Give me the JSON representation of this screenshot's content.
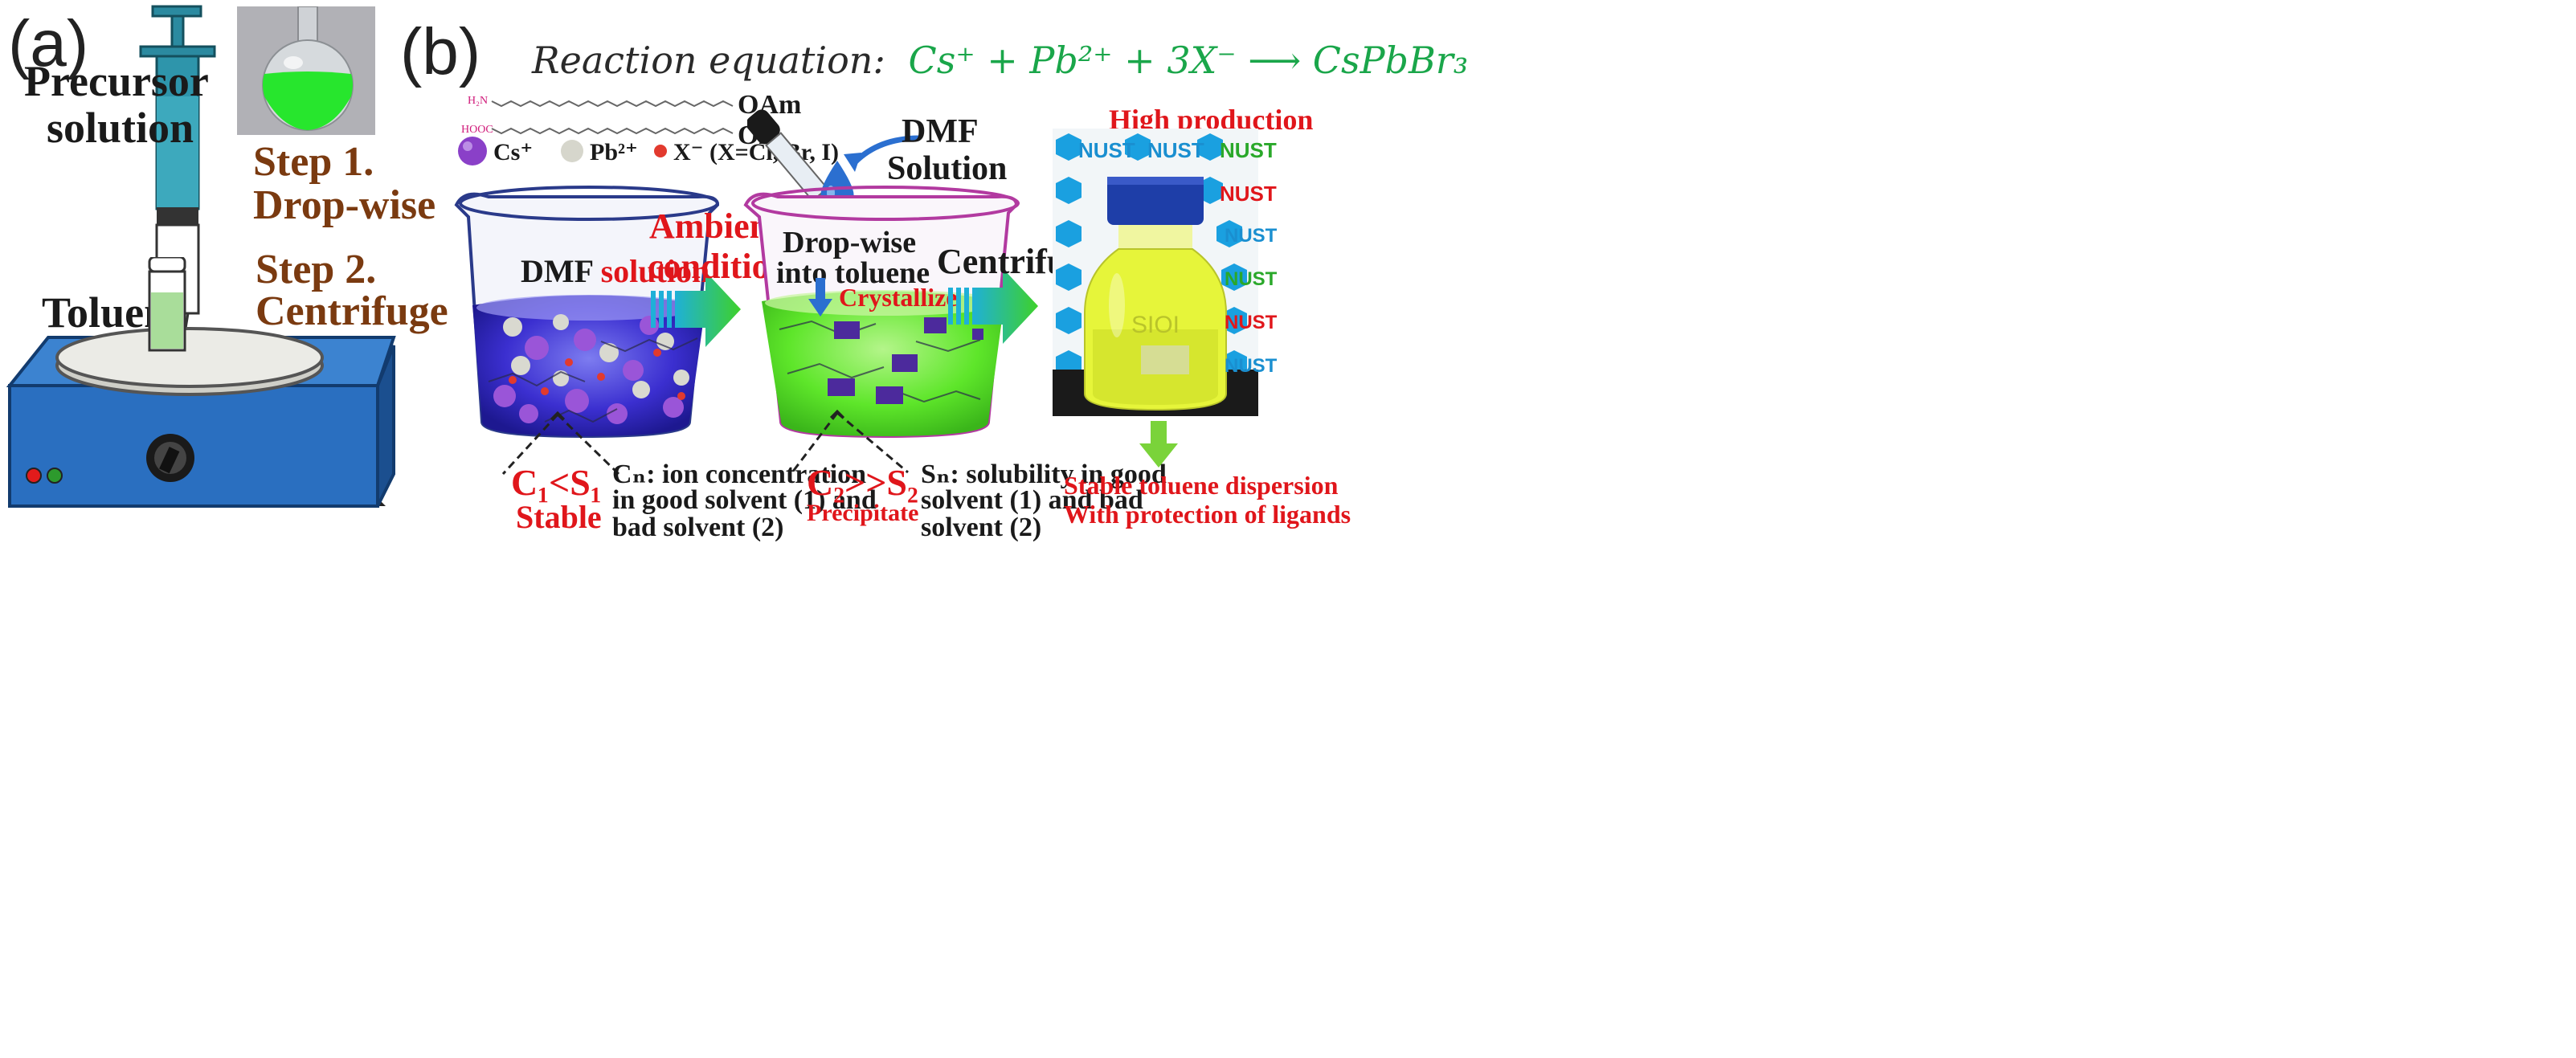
{
  "panel_a": {
    "label": "(a)",
    "precursor_line1": "Precursor",
    "precursor_line2": "solution",
    "step1_line1": "Step 1.",
    "step1_line2": "Drop-wise",
    "step2_line1": "Step 2.",
    "step2_line2": "Centrifuge",
    "toluene": "Toluene"
  },
  "panel_b": {
    "label": "(b)",
    "equation_prefix": "Reaction equation:",
    "equation": "Cs⁺ + Pb²⁺ + 3X⁻ ⟶ CsPbBr₃",
    "ligand_oam": "OAm",
    "ligand_oa": "OA",
    "ligand_nh2": "H₂N",
    "ligand_hooc": "HOOC",
    "legend_cs": "Cs⁺",
    "legend_pb": "Pb²⁺",
    "legend_x": "X⁻ (X=Cl, Br, I)",
    "beaker1_text_dmf": "DMF",
    "beaker1_text_solution": "solution",
    "arrow1_line1": "Ambient",
    "arrow1_line2": "condition",
    "dmf_solution_line1": "DMF",
    "dmf_solution_line2": "Solution",
    "beaker2_line1": "Drop-wise",
    "beaker2_line2": "into toluene",
    "crystallize": "Crystallize",
    "arrow2_label": "Centrifuge",
    "c1_relation": "C₁<S₁",
    "c1_state": "Stable",
    "cn_line1": "Cₙ: ion concentration",
    "cn_line2": "in good solvent (1) and",
    "cn_line3": "bad solvent (2)",
    "c2_relation": "C₂>>S₂",
    "c2_state": "Precipitate",
    "sn_line1": "Sₙ: solubility in good",
    "sn_line2": "solvent (1) and bad",
    "sn_line3": "solvent (2)",
    "high_production": "High production",
    "nust_logo": "NUST",
    "bottle_text": "SIOI",
    "stable_line1": "Stable toluene dispersion",
    "stable_line2": "With protection of ligands"
  },
  "colors": {
    "brown_text": "#7a3a10",
    "red_text": "#e0161b",
    "equation_green": "#1aa64a",
    "beaker1_liquid": "#3b2fd0",
    "beaker2_liquid": "#5ee62a",
    "flask_green": "#27e62d",
    "hotplate_blue": "#2a6fc0"
  }
}
